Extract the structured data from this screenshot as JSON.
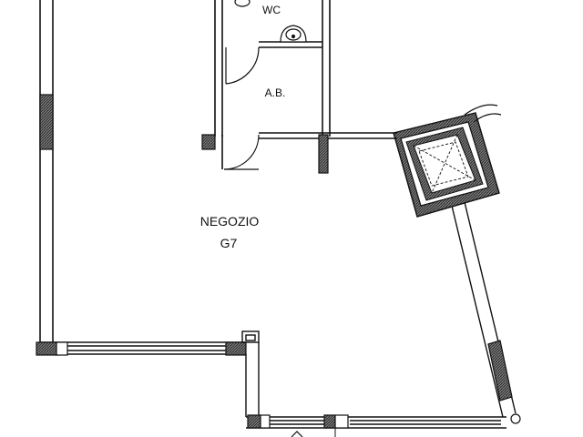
{
  "rooms": {
    "wc": "WC",
    "bathroom": "A.B.",
    "shop_name": "NEGOZIO",
    "shop_code": "G7"
  },
  "colors": {
    "line": "#111111",
    "hatch": "#555555",
    "background": "#ffffff"
  }
}
